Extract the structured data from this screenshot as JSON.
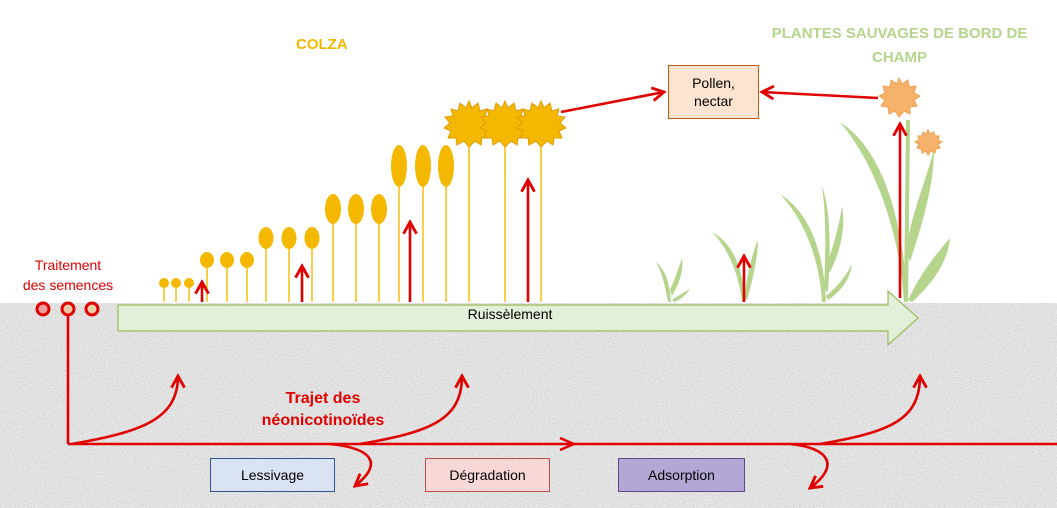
{
  "diagram": {
    "title_crop": "COLZA",
    "title_wild_line1": "PLANTES SAUVAGES DE BORD DE",
    "title_wild_line2": "CHAMP",
    "seed_treatment_line1": "Traitement",
    "seed_treatment_line2": "des semences",
    "pollen_line1": "Pollen,",
    "pollen_line2": "nectar",
    "runoff": "Ruissèlement",
    "path_line1": "Trajet des",
    "path_line2": "néonicotinoïdes",
    "leaching": "Lessivage",
    "degradation": "Dégradation",
    "adsorption": "Adsorption"
  },
  "colors": {
    "crop": "#f5b800",
    "wild_plants": "#b5d48c",
    "pathway": "#e00000",
    "soil": "#ececec",
    "runoff_arrow": "#e2efd9",
    "wild_flower": "#f6b26b"
  }
}
